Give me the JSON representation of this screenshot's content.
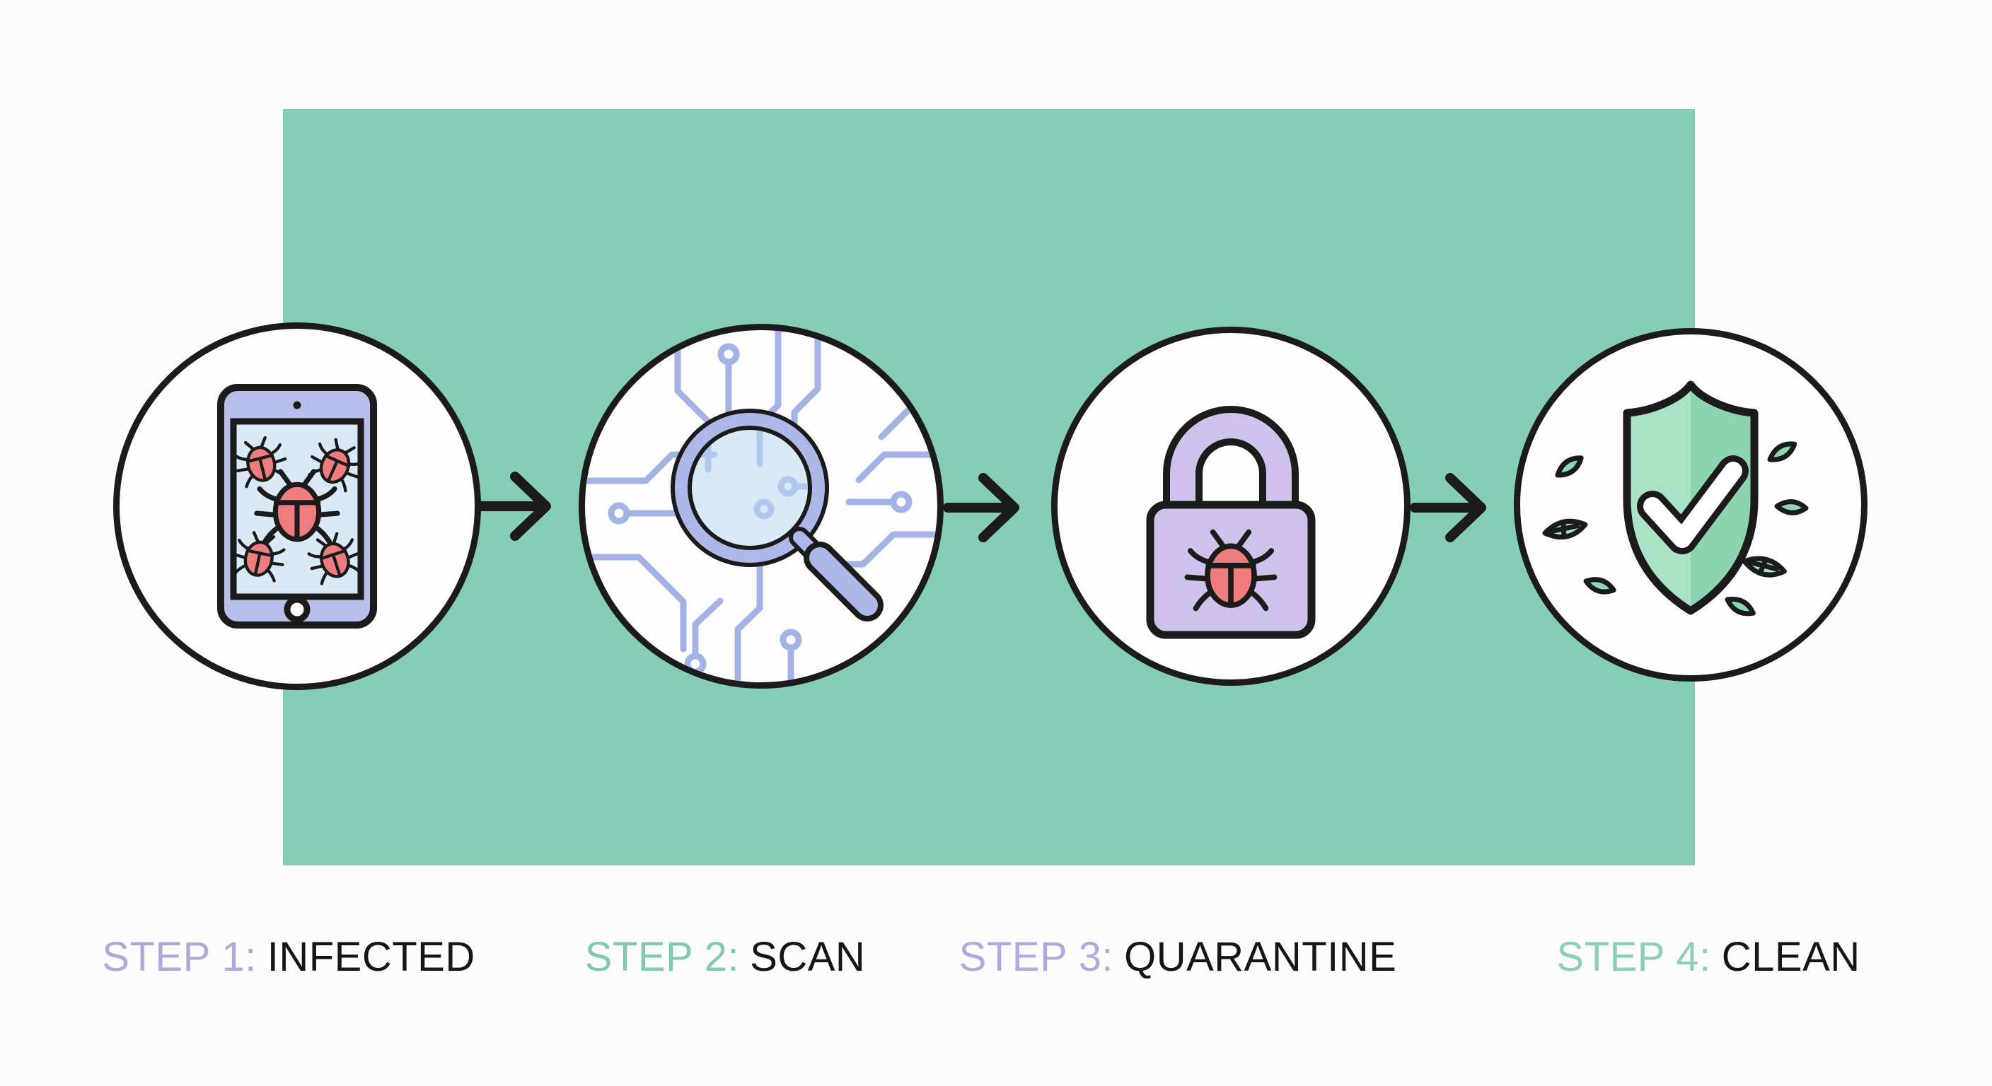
{
  "page": {
    "background": "#fcfcfc",
    "panel_color": "#86cdb8",
    "outline_color": "#1b1b1b"
  },
  "arrow_color": "#1b1b1b",
  "steps": [
    {
      "prefix": "STEP 1:",
      "name": "INFECTED",
      "prefix_color": "#b3a7d9",
      "icon": "infected-tablet-icon",
      "colors": {
        "tablet_body": "#b8bfea",
        "tablet_screen": "#d9e9f6",
        "bug": "#ef7c7e",
        "home_button": "#ffffff"
      }
    },
    {
      "prefix": "STEP 2:",
      "name": "SCAN",
      "prefix_color": "#7fcab1",
      "icon": "scan-magnifier-icon",
      "colors": {
        "circuit_trace": "#a3b3e6",
        "node_fill": "#fdfdfd",
        "glass_ring": "#adb8e8",
        "handle": "#adb8e8",
        "lens_tint": "#bdd9f2"
      }
    },
    {
      "prefix": "STEP 3:",
      "name": "QUARANTINE",
      "prefix_color": "#b1aadc",
      "icon": "quarantine-lock-icon",
      "colors": {
        "lock_body": "#cfc3ee",
        "bug": "#ef7c7e"
      }
    },
    {
      "prefix": "STEP 4:",
      "name": "CLEAN",
      "prefix_color": "#8bcfb8",
      "icon": "clean-shield-icon",
      "colors": {
        "shield_left": "#a9e2c5",
        "shield_right": "#8cd5b0",
        "leaf": "#8fd8b4",
        "leaf_large": "#a5e2c2",
        "leaf_outline_fill": "#ffffff",
        "check": "#ffffff"
      }
    }
  ]
}
